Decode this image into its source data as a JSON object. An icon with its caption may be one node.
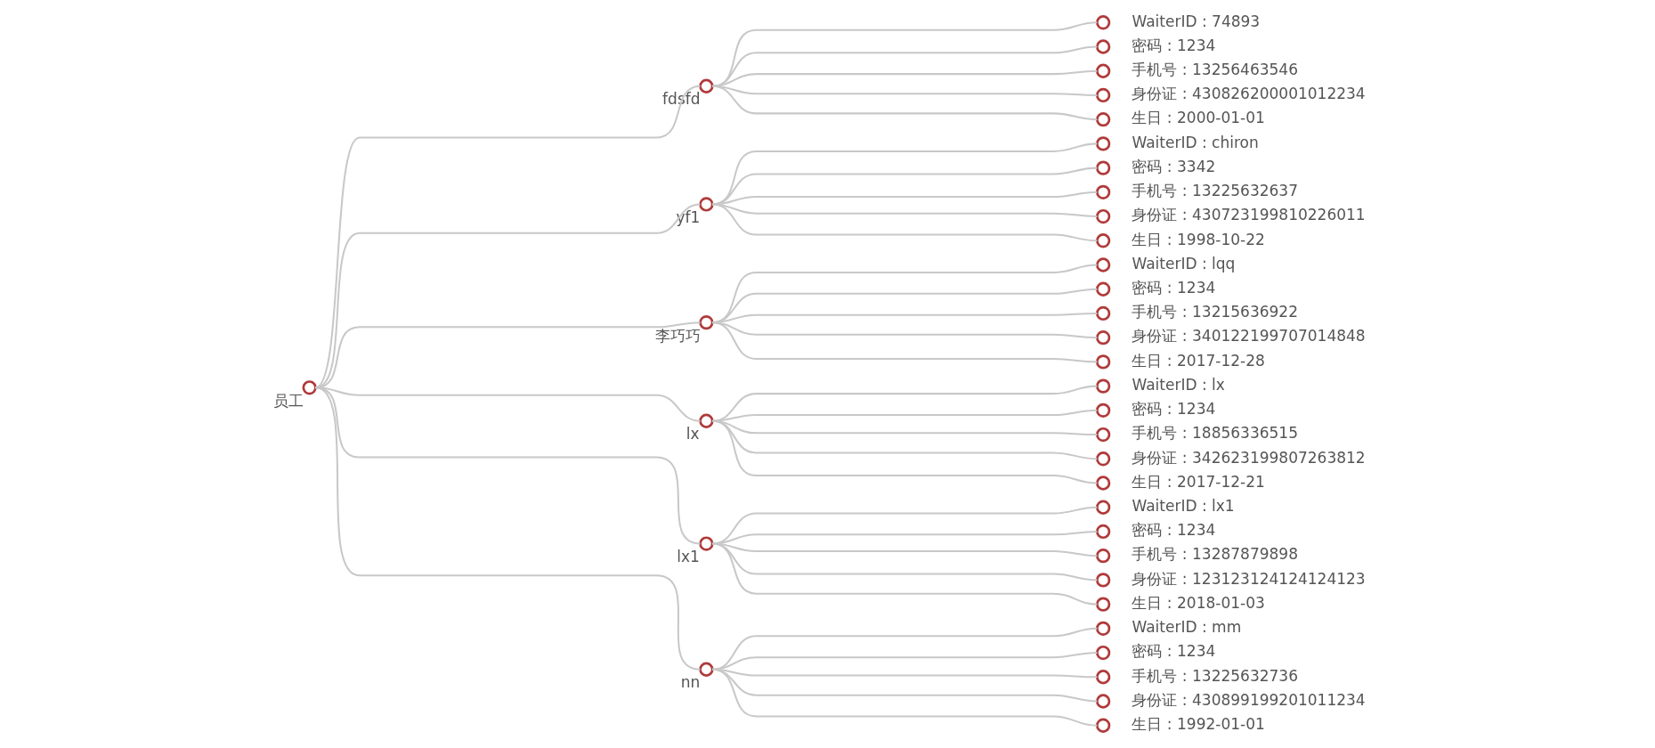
{
  "diagram": {
    "nodes": [
      {
        "text": [],
        "shape": "circle",
        "beside": [
          "员工"
        ]
      },
      {
        "text": [],
        "shape": "circle",
        "beside": [
          "fdsfd"
        ]
      },
      {
        "text": [],
        "shape": "circle",
        "beside": [
          "WaiterID : 74893"
        ]
      },
      {
        "text": [],
        "shape": "circle",
        "beside": [
          "密码 : 1234"
        ]
      },
      {
        "text": [],
        "shape": "circle",
        "beside": [
          "手机号 : 13256463546"
        ]
      },
      {
        "text": [],
        "shape": "circle",
        "beside": [
          "身份证 : 430826200001012234"
        ]
      },
      {
        "text": [],
        "shape": "circle",
        "beside": [
          "生日 : 2000-01-01"
        ]
      },
      {
        "text": [],
        "shape": "circle",
        "beside": [
          "yf1"
        ]
      },
      {
        "text": [],
        "shape": "circle",
        "beside": [
          "WaiterID : chiron"
        ]
      },
      {
        "text": [],
        "shape": "circle",
        "beside": [
          "密码 : 3342"
        ]
      },
      {
        "text": [],
        "shape": "circle",
        "beside": [
          "手机号 : 13225632637"
        ]
      },
      {
        "text": [],
        "shape": "circle",
        "beside": [
          "身份证 : 430723199810226011"
        ]
      },
      {
        "text": [],
        "shape": "circle",
        "beside": [
          "生日 : 1998-10-22"
        ]
      },
      {
        "text": [],
        "shape": "circle",
        "beside": [
          "李巧巧"
        ]
      },
      {
        "text": [],
        "shape": "circle",
        "beside": [
          "WaiterID : lqq"
        ]
      },
      {
        "text": [],
        "shape": "circle",
        "beside": [
          "密码 : 1234"
        ]
      },
      {
        "text": [],
        "shape": "circle",
        "beside": [
          "手机号 : 13215636922"
        ]
      },
      {
        "text": [],
        "shape": "circle",
        "beside": [
          "身份证 : 340122199707014848"
        ]
      },
      {
        "text": [],
        "shape": "circle",
        "beside": [
          "生日 : 2017-12-28"
        ]
      },
      {
        "text": [],
        "shape": "circle",
        "beside": [
          "lx"
        ]
      },
      {
        "text": [],
        "shape": "circle",
        "beside": [
          "WaiterID : lx"
        ]
      },
      {
        "text": [],
        "shape": "circle",
        "beside": [
          "密码 : 1234"
        ]
      },
      {
        "text": [],
        "shape": "circle",
        "beside": [
          "手机号 : 18856336515"
        ]
      },
      {
        "text": [],
        "shape": "circle",
        "beside": [
          "身份证 : 342623199807263812"
        ]
      },
      {
        "text": [],
        "shape": "circle",
        "beside": [
          "生日 : 2017-12-21"
        ]
      },
      {
        "text": [],
        "shape": "circle",
        "beside": [
          "lx1"
        ]
      },
      {
        "text": [],
        "shape": "circle",
        "beside": [
          "WaiterID : lx1"
        ]
      },
      {
        "text": [],
        "shape": "circle",
        "beside": [
          "密码 : 1234"
        ]
      },
      {
        "text": [],
        "shape": "circle",
        "beside": [
          "手机号 : 13287879898"
        ]
      },
      {
        "text": [],
        "shape": "circle",
        "beside": [
          "身份证 : 123123124124124123"
        ]
      },
      {
        "text": [],
        "shape": "circle",
        "beside": [
          "生日 : 2018-01-03"
        ]
      },
      {
        "text": [],
        "shape": "circle",
        "beside": [
          "nn"
        ]
      },
      {
        "text": [],
        "shape": "circle",
        "beside": [
          "WaiterID : mm"
        ]
      },
      {
        "text": [],
        "shape": "circle",
        "beside": [
          "密码 : 1234"
        ]
      },
      {
        "text": [],
        "shape": "circle",
        "beside": [
          "手机号 : 13225632736"
        ]
      },
      {
        "text": [],
        "shape": "circle",
        "beside": [
          "身份证 : 430899199201011234"
        ]
      },
      {
        "text": [],
        "shape": "circle",
        "beside": [
          "生日 : 1992-01-01"
        ]
      }
    ],
    "edges": [
      {
        "from": 0,
        "to": 1,
        "arrow": "none"
      },
      {
        "from": 1,
        "to": 2,
        "arrow": "none"
      },
      {
        "from": 1,
        "to": 3,
        "arrow": "none"
      },
      {
        "from": 1,
        "to": 4,
        "arrow": "none"
      },
      {
        "from": 1,
        "to": 5,
        "arrow": "none"
      },
      {
        "from": 1,
        "to": 6,
        "arrow": "none"
      },
      {
        "from": 0,
        "to": 7,
        "arrow": "none"
      },
      {
        "from": 7,
        "to": 8,
        "arrow": "none"
      },
      {
        "from": 7,
        "to": 9,
        "arrow": "none"
      },
      {
        "from": 7,
        "to": 10,
        "arrow": "none"
      },
      {
        "from": 7,
        "to": 11,
        "arrow": "none"
      },
      {
        "from": 7,
        "to": 12,
        "arrow": "none"
      },
      {
        "from": 0,
        "to": 13,
        "arrow": "none"
      },
      {
        "from": 13,
        "to": 14,
        "arrow": "none"
      },
      {
        "from": 13,
        "to": 15,
        "arrow": "none"
      },
      {
        "from": 13,
        "to": 16,
        "arrow": "none"
      },
      {
        "from": 13,
        "to": 17,
        "arrow": "none"
      },
      {
        "from": 13,
        "to": 18,
        "arrow": "none"
      },
      {
        "from": 0,
        "to": 19,
        "arrow": "none"
      },
      {
        "from": 19,
        "to": 20,
        "arrow": "none"
      },
      {
        "from": 19,
        "to": 21,
        "arrow": "none"
      },
      {
        "from": 19,
        "to": 22,
        "arrow": "none"
      },
      {
        "from": 19,
        "to": 23,
        "arrow": "none"
      },
      {
        "from": 19,
        "to": 24,
        "arrow": "none"
      },
      {
        "from": 0,
        "to": 25,
        "arrow": "none"
      },
      {
        "from": 25,
        "to": 26,
        "arrow": "none"
      },
      {
        "from": 25,
        "to": 27,
        "arrow": "none"
      },
      {
        "from": 25,
        "to": 28,
        "arrow": "none"
      },
      {
        "from": 25,
        "to": 29,
        "arrow": "none"
      },
      {
        "from": 25,
        "to": 30,
        "arrow": "none"
      },
      {
        "from": 0,
        "to": 31,
        "arrow": "none"
      },
      {
        "from": 31,
        "to": 32,
        "arrow": "none"
      },
      {
        "from": 31,
        "to": 33,
        "arrow": "none"
      },
      {
        "from": 31,
        "to": 34,
        "arrow": "none"
      },
      {
        "from": 31,
        "to": 35,
        "arrow": "none"
      },
      {
        "from": 31,
        "to": 36,
        "arrow": "none"
      }
    ]
  }
}
